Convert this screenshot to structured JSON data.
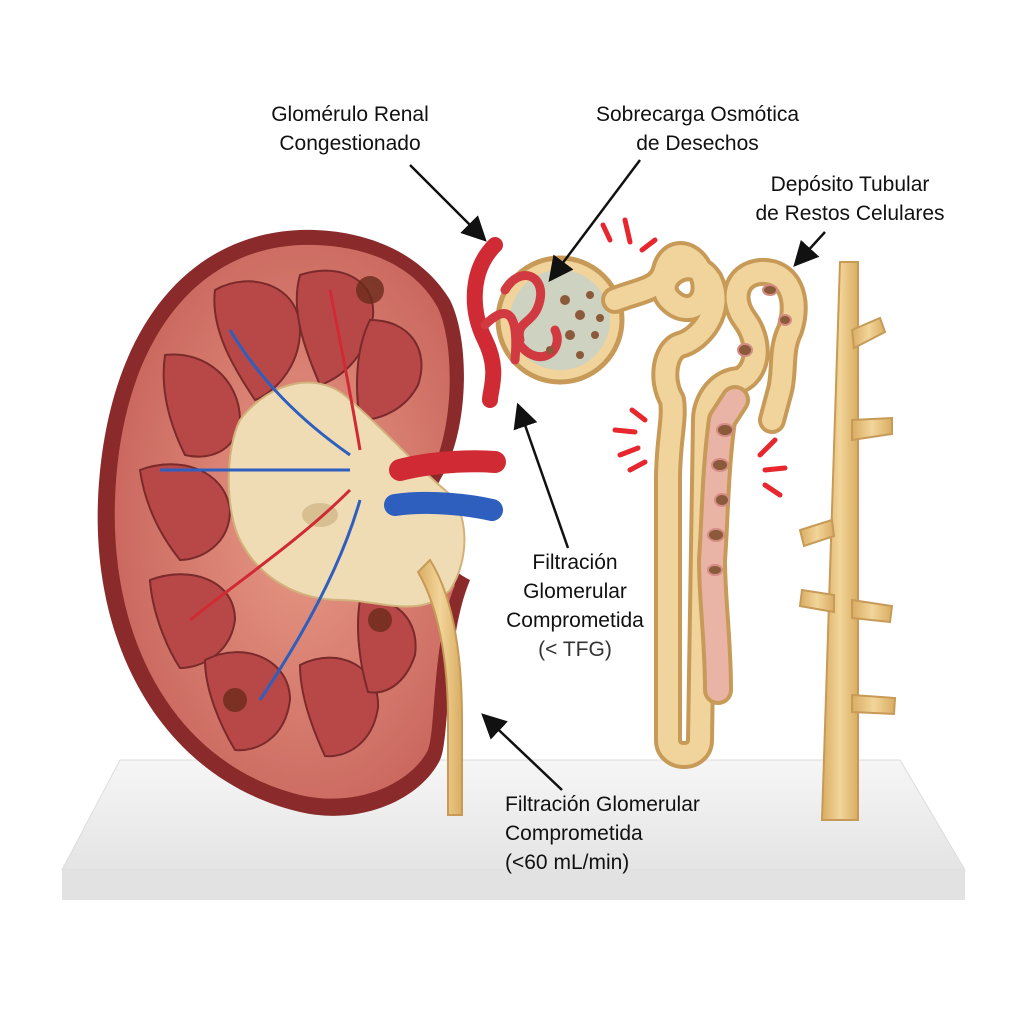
{
  "labels": {
    "glomerulus": [
      "Glomérulo Renal",
      "Congestionado"
    ],
    "osmotic": [
      "Sobrecarga Osmótica",
      "de Desechos"
    ],
    "tubular": [
      "Depósito Tubular",
      "de Restos Celulares"
    ],
    "filtration_small": [
      "Filtración",
      "Glomerular",
      "Comprometida",
      "(< TFG)"
    ],
    "filtration_bottom": [
      "Filtración Glomerular",
      "Comprometida",
      "(<60 mL/min)"
    ]
  },
  "colors": {
    "cortex": "#c8645c",
    "capsule": "#8a2a2a",
    "pyramid": "#b84848",
    "pelvis": "#efdcb4",
    "tubule": "#ecc987",
    "artery": "#d02a34",
    "vein": "#2e5fbf",
    "debris": "#8a5a3a",
    "alert": "#e8262e",
    "base": "#f2f2f2"
  }
}
